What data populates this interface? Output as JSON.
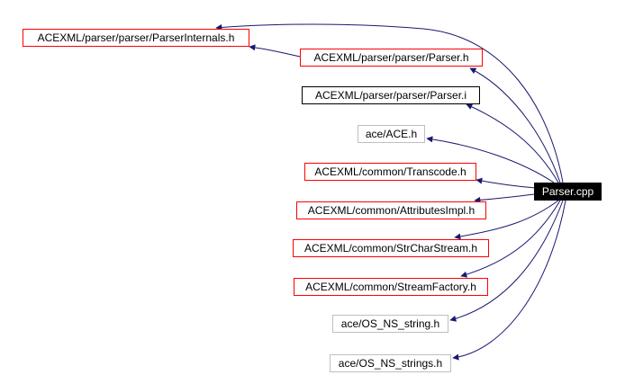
{
  "diagram": {
    "title": "Include dependency graph for Parser.cpp",
    "edge_color": "#191970",
    "root": {
      "id": "parser-cpp",
      "label": "Parser.cpp",
      "fill": "#000000",
      "text_color": "#ffffff"
    },
    "nodes": [
      {
        "id": "parserinternals-h",
        "label": "ACEXML/parser/parser/ParserInternals.h",
        "border": "red"
      },
      {
        "id": "parser-h",
        "label": "ACEXML/parser/parser/Parser.h",
        "border": "red"
      },
      {
        "id": "parser-i",
        "label": "ACEXML/parser/parser/Parser.i",
        "border": "black"
      },
      {
        "id": "ace-h",
        "label": "ace/ACE.h",
        "border": "grey"
      },
      {
        "id": "transcode-h",
        "label": "ACEXML/common/Transcode.h",
        "border": "red"
      },
      {
        "id": "attributesimpl-h",
        "label": "ACEXML/common/AttributesImpl.h",
        "border": "red"
      },
      {
        "id": "strcharstream-h",
        "label": "ACEXML/common/StrCharStream.h",
        "border": "red"
      },
      {
        "id": "streamfactory-h",
        "label": "ACEXML/common/StreamFactory.h",
        "border": "red"
      },
      {
        "id": "os-ns-string-h",
        "label": "ace/OS_NS_string.h",
        "border": "grey"
      },
      {
        "id": "os-ns-strings-h",
        "label": "ace/OS_NS_strings.h",
        "border": "grey"
      }
    ],
    "edges": [
      {
        "from": "parser-cpp",
        "to": "parserinternals-h"
      },
      {
        "from": "parser-h",
        "to": "parserinternals-h"
      },
      {
        "from": "parser-cpp",
        "to": "parser-h"
      },
      {
        "from": "parser-cpp",
        "to": "parser-i"
      },
      {
        "from": "parser-cpp",
        "to": "ace-h"
      },
      {
        "from": "parser-cpp",
        "to": "transcode-h"
      },
      {
        "from": "parser-cpp",
        "to": "attributesimpl-h"
      },
      {
        "from": "parser-cpp",
        "to": "strcharstream-h"
      },
      {
        "from": "parser-cpp",
        "to": "streamfactory-h"
      },
      {
        "from": "parser-cpp",
        "to": "os-ns-string-h"
      },
      {
        "from": "parser-cpp",
        "to": "os-ns-strings-h"
      }
    ]
  }
}
